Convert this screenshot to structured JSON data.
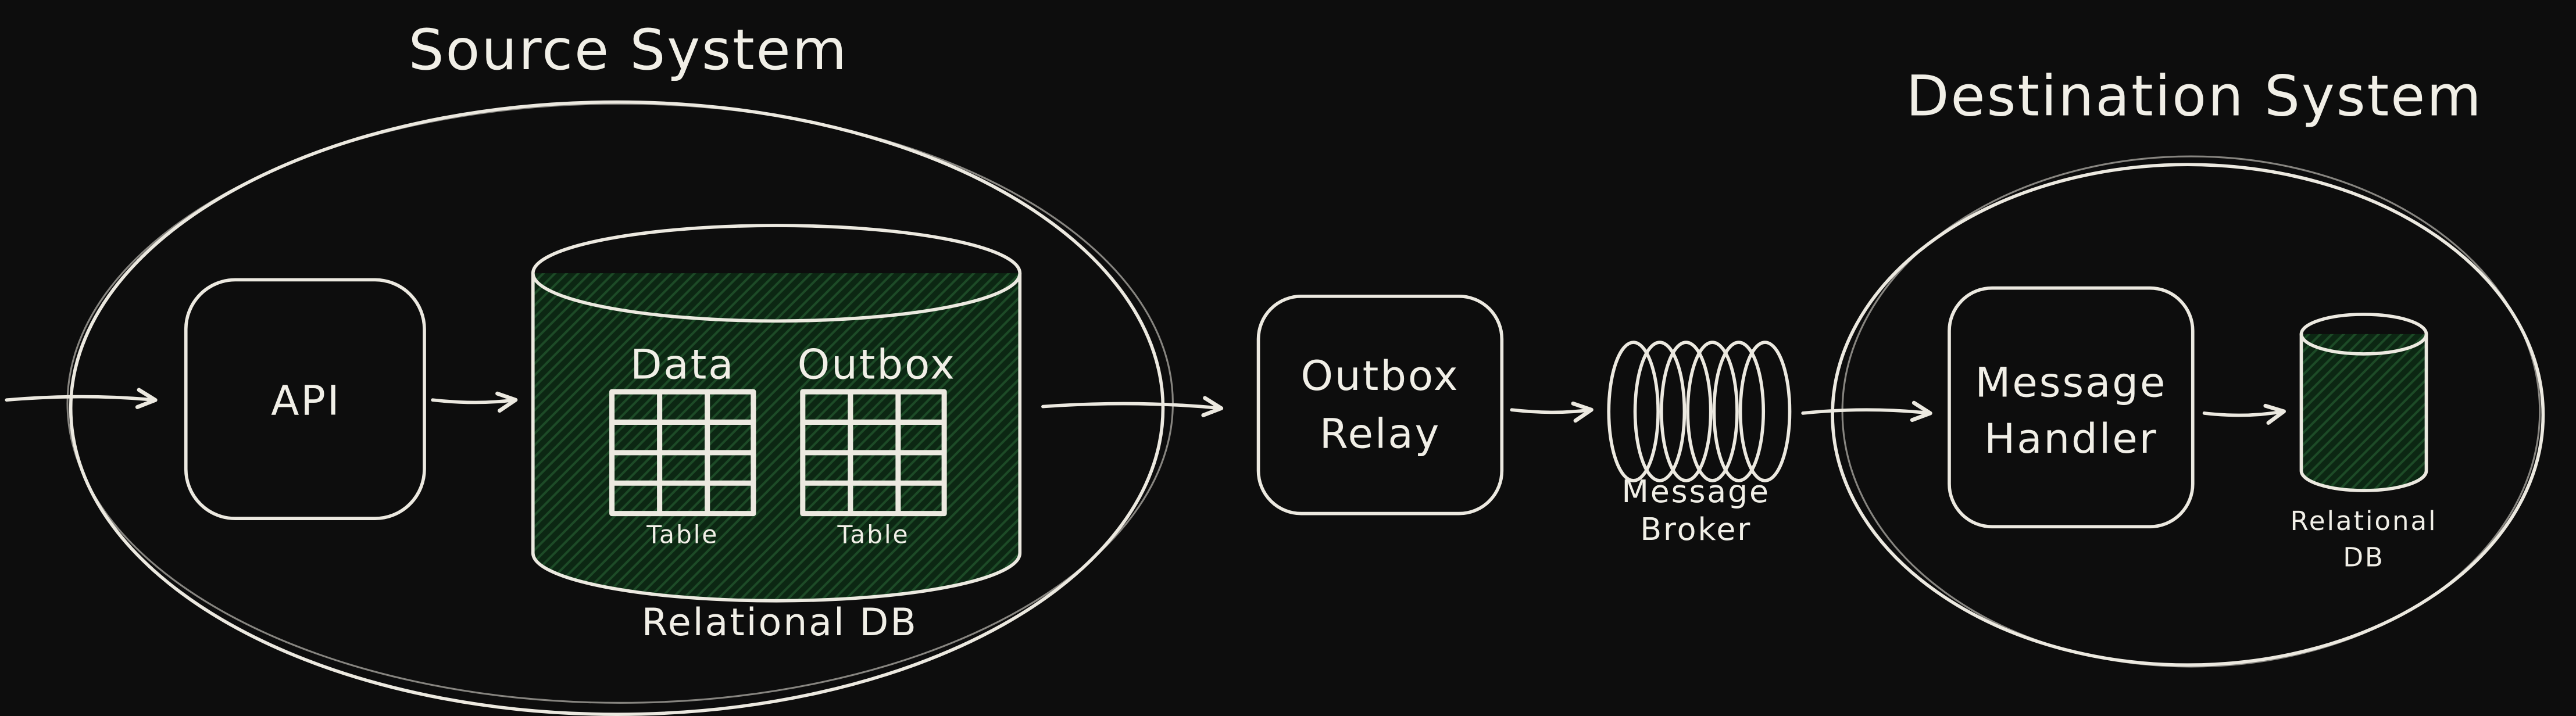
{
  "colors": {
    "bg": "#0d0d0d",
    "ink": "#ece9e0",
    "text": "#f1efe7",
    "arrow": "#ece9e0",
    "box_fill": "#16222e",
    "box_hatch": "#25384c",
    "db_fill": "#0c2713",
    "db_hatch": "#1d4b27",
    "broker_fill": "#7e71c6",
    "broker_hatch": "#6c5eb7"
  },
  "source_system": {
    "title": "Source System",
    "api": {
      "label": "API"
    },
    "database": {
      "data_header": "Data",
      "outbox_header": "Outbox",
      "data_caption": "Table",
      "outbox_caption": "Table",
      "caption": "Relational DB"
    }
  },
  "outbox_relay": {
    "line1": "Outbox",
    "line2": "Relay"
  },
  "message_broker": {
    "line1": "Message",
    "line2": "Broker"
  },
  "destination_system": {
    "title": "Destination System",
    "handler": {
      "line1": "Message",
      "line2": "Handler"
    },
    "database": {
      "line1": "Relational",
      "line2": "DB"
    }
  }
}
